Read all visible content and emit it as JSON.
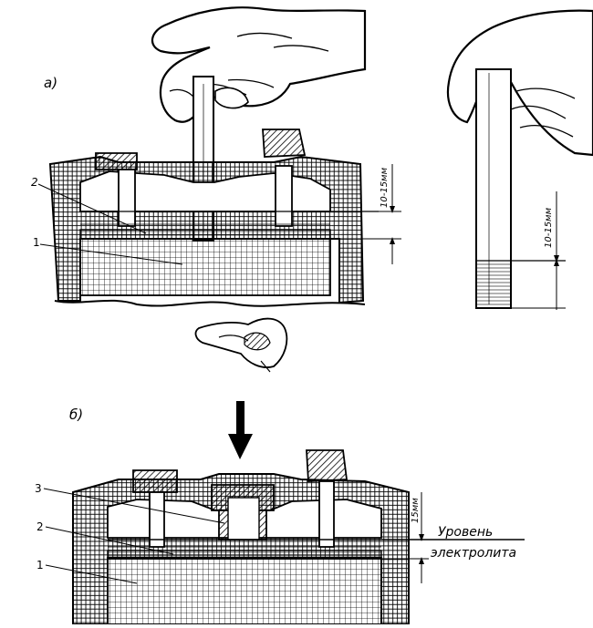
{
  "panel_a": {
    "label": "а)",
    "callouts": [
      "2",
      "1"
    ],
    "dimension": "10-15мм"
  },
  "tube_detail": {
    "dimension": "10-15мм"
  },
  "panel_b": {
    "label": "б)",
    "callouts": [
      "3",
      "2",
      "1"
    ],
    "dimension": "15мм",
    "level_label_line1": "Уровень",
    "level_label_line2": "электролита"
  },
  "icons": [
    "hand-holding-tube-icon",
    "hand-closing-tube-icon",
    "thumb-pressing-icon",
    "down-arrow-icon"
  ]
}
